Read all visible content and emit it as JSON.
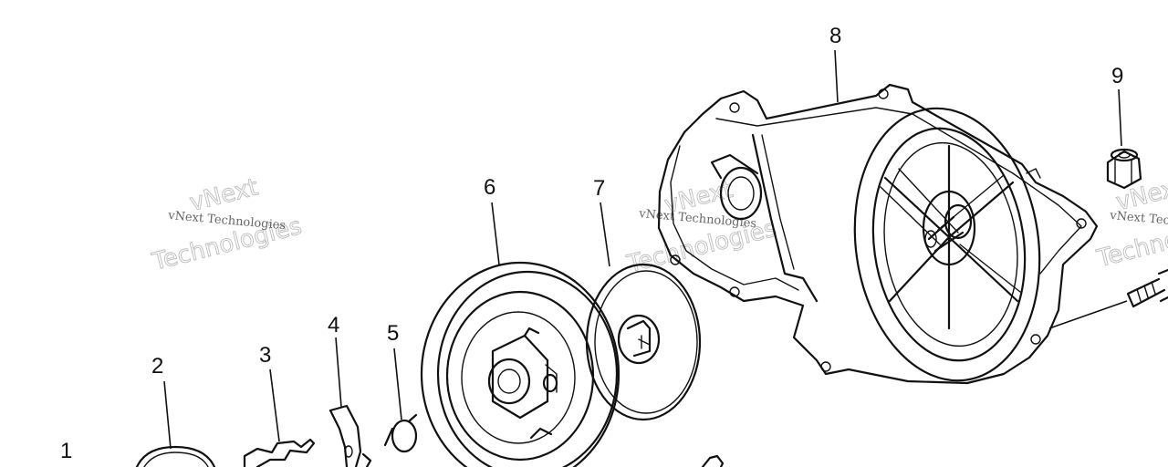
{
  "callouts": [
    "1",
    "2",
    "3",
    "4",
    "5",
    "6",
    "7",
    "8",
    "9"
  ],
  "watermark": {
    "company_line": "vNext Technologies",
    "big_word_1": "vNext",
    "big_word_2": "Technologies"
  }
}
